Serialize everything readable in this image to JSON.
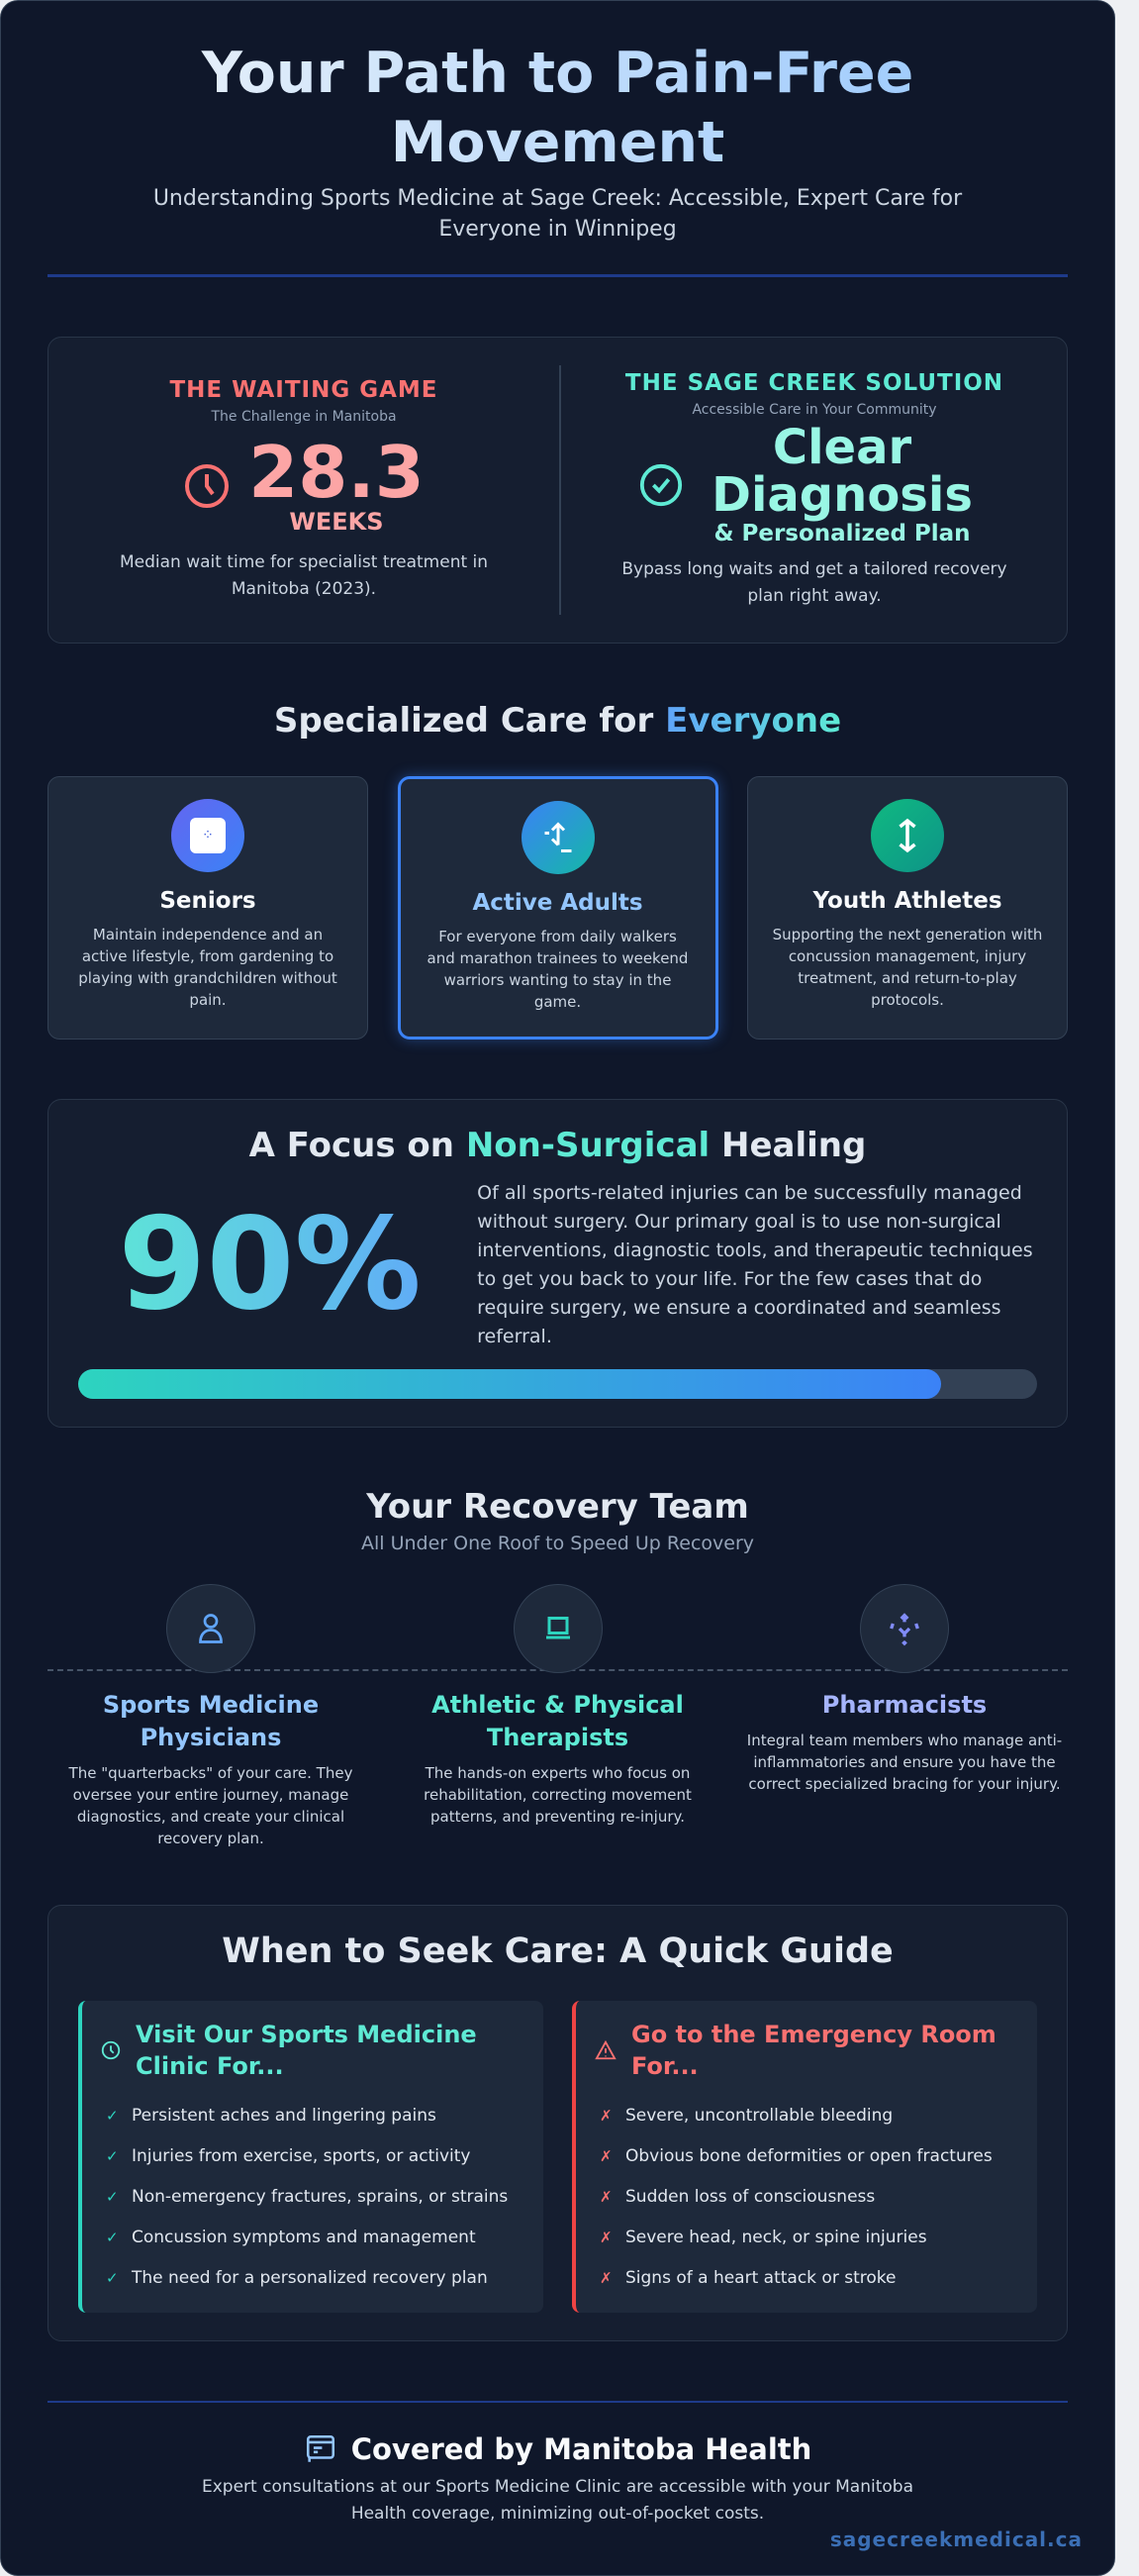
{
  "header": {
    "title": "Your Path to Pain-Free Movement",
    "subtitle": "Understanding Sports Medicine at Sage Creek: Accessible, Expert Care for Everyone in Winnipeg"
  },
  "stats": {
    "waiting": {
      "label": "THE WAITING GAME",
      "sublabel": "The Challenge in Manitoba",
      "value": "28.3",
      "unit": "WEEKS",
      "desc": "Median wait time for specialist treatment in Manitoba (2023).",
      "icon": "clock-icon",
      "color": "#f87171"
    },
    "solution": {
      "label": "THE SAGE CREEK SOLUTION",
      "sublabel": "Accessible Care in Your Community",
      "value": "Clear Diagnosis",
      "unit": "& Personalized Plan",
      "desc": "Bypass long waits and get a tailored recovery plan right away.",
      "icon": "check-circle-icon",
      "color": "#5eead4"
    }
  },
  "audience": {
    "title_a": "Specialized Care for ",
    "title_b": "Everyone",
    "cards": [
      {
        "title": "Seniors",
        "desc": "Maintain independence and an active lifestyle, from gardening to playing with grandchildren without pain.",
        "icon": "garden-icon"
      },
      {
        "title": "Active Adults",
        "desc": "For everyone from daily walkers and marathon trainees to weekend warriors wanting to stay in the game.",
        "icon": "walker-icon"
      },
      {
        "title": "Youth Athletes",
        "desc": "Supporting the next generation with concussion management, injury treatment, and return-to-play protocols.",
        "icon": "athlete-icon"
      }
    ]
  },
  "focus": {
    "title_a": "A Focus on ",
    "title_b": "Non-Surgical",
    "title_c": " Healing",
    "value": "90%",
    "progress": 90,
    "desc": "Of all sports-related injuries can be successfully managed without surgery. Our primary goal is to use non-surgical interventions, diagnostic tools, and therapeutic techniques to get you back to your life. For the few cases that do require surgery, we ensure a coordinated and seamless referral."
  },
  "team": {
    "title": "Your Recovery Team",
    "subtitle": "All Under One Roof to Speed Up Recovery",
    "members": [
      {
        "title": "Sports Medicine Physicians",
        "desc": "The \"quarterbacks\" of your care. They oversee your entire journey, manage diagnostics, and create your clinical recovery plan.",
        "color": "#93c5fd",
        "icon": "physician-icon"
      },
      {
        "title": "Athletic & Physical Therapists",
        "desc": "The hands-on experts who focus on rehabilitation, correcting movement patterns, and preventing re-injury.",
        "color": "#5eead4",
        "icon": "therapy-icon"
      },
      {
        "title": "Pharmacists",
        "desc": "Integral team members who manage anti-inflammatories and ensure you have the correct specialized bracing for your injury.",
        "color": "#a5b4fc",
        "icon": "pharmacy-icon"
      }
    ]
  },
  "guide": {
    "title": "When to Seek Care: A Quick Guide",
    "clinic": {
      "title": "Visit Our Sports Medicine Clinic For...",
      "items": [
        "Persistent aches and lingering pains",
        "Injuries from exercise, sports, or activity",
        "Non-emergency fractures, sprains, or strains",
        "Concussion symptoms and management",
        "The need for a personalized recovery plan"
      ],
      "mark": "✓"
    },
    "er": {
      "title": "Go to the Emergency Room For...",
      "items": [
        "Severe, uncontrollable bleeding",
        "Obvious bone deformities or open fractures",
        "Sudden loss of consciousness",
        "Severe head, neck, or spine injuries",
        "Signs of a heart attack or stroke"
      ],
      "mark": "✗"
    }
  },
  "footer": {
    "title": "Covered by Manitoba Health",
    "desc": "Expert consultations at our Sports Medicine Clinic are accessible with your Manitoba Health coverage, minimizing out-of-pocket costs.",
    "url": "sagecreekmedical.ca"
  }
}
